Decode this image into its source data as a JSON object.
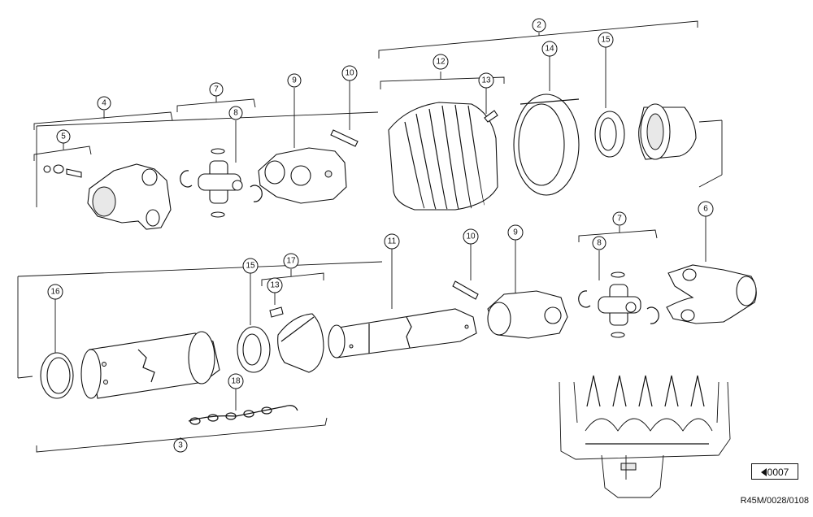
{
  "page_ref": "0007",
  "drawing_code": "R45M/0028/0108",
  "callouts": [
    "2",
    "12",
    "14",
    "15",
    "13",
    "10",
    "9",
    "4",
    "7",
    "8",
    "5",
    "6",
    "7",
    "8",
    "9",
    "10",
    "11",
    "17",
    "15",
    "13",
    "16",
    "18",
    "3"
  ]
}
